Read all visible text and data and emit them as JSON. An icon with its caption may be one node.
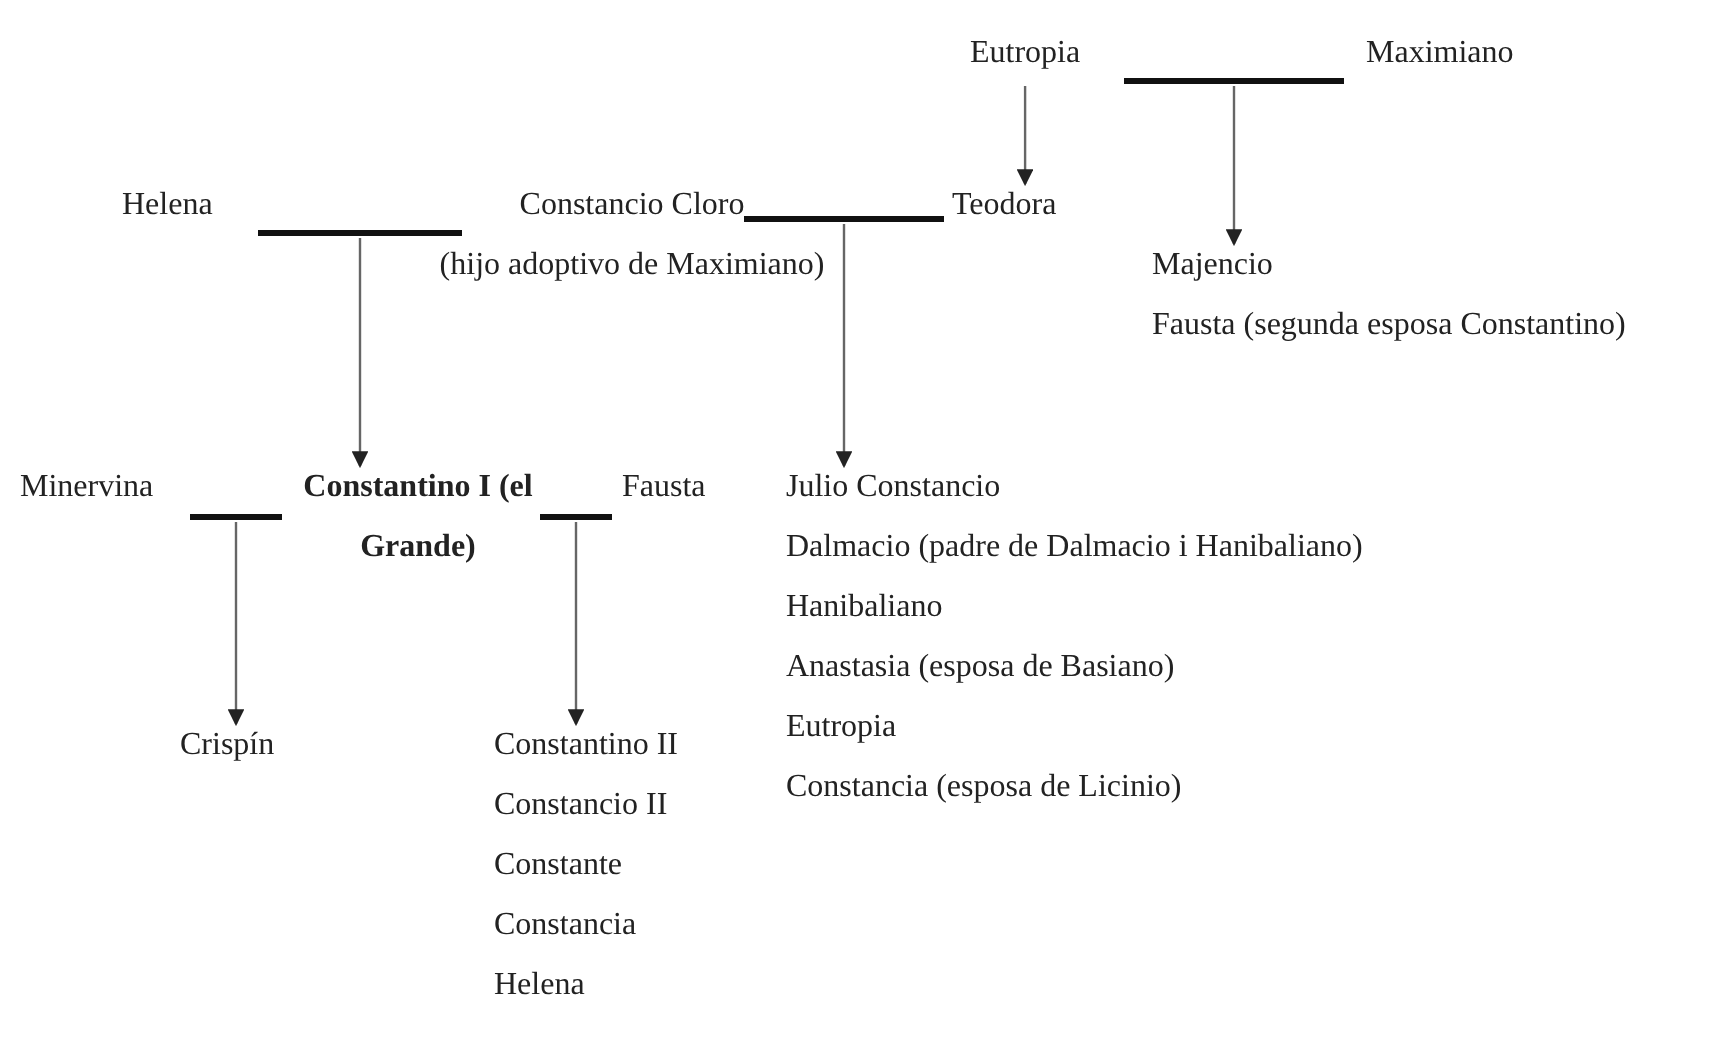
{
  "diagram": {
    "nodes": [
      {
        "text": [
          "Eutropia"
        ]
      },
      {
        "text": [],
        "shape": "bar"
      },
      {
        "text": [
          "Maximiano"
        ]
      },
      {
        "text": [
          "Helena"
        ]
      },
      {
        "text": [],
        "shape": "bar"
      },
      {
        "text": [
          "Constancio Cloro",
          "(hijo adoptivo de Maximiano)"
        ]
      },
      {
        "text": [],
        "shape": "bar"
      },
      {
        "text": [
          "Teodora"
        ]
      },
      {
        "text": [
          "Majencio",
          "Fausta (segunda esposa Constantino)"
        ]
      },
      {
        "text": [
          "Minervina"
        ]
      },
      {
        "text": [],
        "shape": "bar"
      },
      {
        "text": [
          "Constantino I (el Grande)"
        ]
      },
      {
        "text": [],
        "shape": "bar"
      },
      {
        "text": [
          "Fausta"
        ]
      },
      {
        "text": [
          "Julio Constancio",
          "Dalmacio (padre de Dalmacio i Hanibaliano)",
          "Hanibaliano",
          "Anastasia (esposa de Basiano)",
          "Eutropia",
          "Constancia (esposa de Licinio)"
        ]
      },
      {
        "text": [
          "Crispín"
        ]
      },
      {
        "text": [
          "Constantino II",
          "Constancio II",
          "Constante",
          "Constancia",
          "Helena"
        ]
      }
    ],
    "edges": [
      {
        "from": 1,
        "to": 8,
        "arrow": "to"
      },
      {
        "from": 0,
        "to": 7,
        "arrow": "to"
      },
      {
        "from": 4,
        "to": 11,
        "arrow": "to"
      },
      {
        "from": 6,
        "to": 14,
        "arrow": "to"
      },
      {
        "from": 10,
        "to": 15,
        "arrow": "to"
      },
      {
        "from": 12,
        "to": 16,
        "arrow": "to"
      }
    ]
  }
}
